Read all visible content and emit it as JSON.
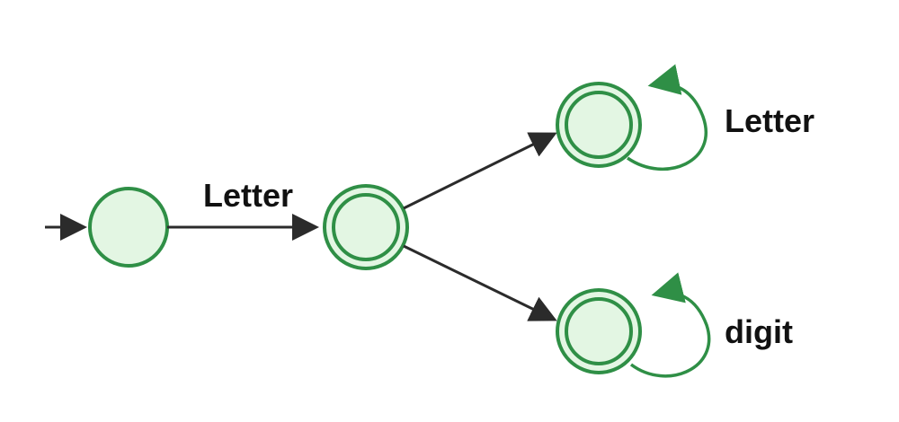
{
  "diagram": {
    "labels": {
      "start_to_s1": "Letter",
      "s2_loop": "Letter",
      "s3_loop": "digit"
    },
    "colors": {
      "state_fill": "#e3f6e3",
      "state_stroke": "#2f8f46",
      "edge": "#2b2b2b",
      "loop": "#2f8f46",
      "text": "#111111"
    }
  }
}
